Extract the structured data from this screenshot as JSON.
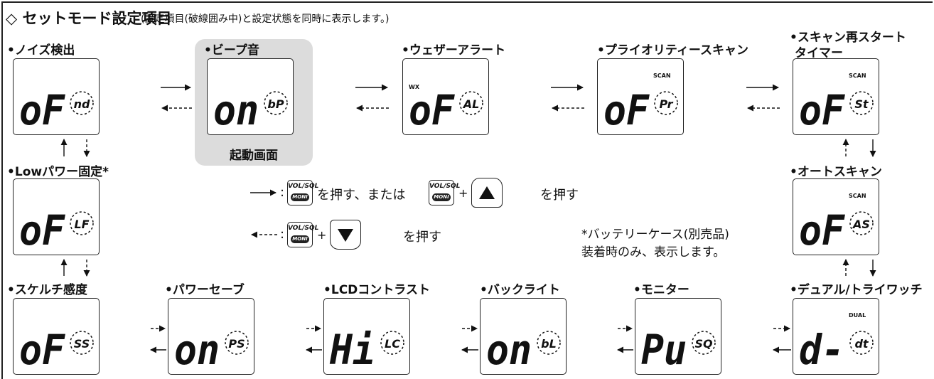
{
  "title": "◇ セットモード設定項目",
  "title_note": "(設定項目(破線囲み中)と設定状態を同時に表示します。)",
  "startup_label": "起動画面",
  "items": [
    {
      "label": "•ノイズ検出",
      "value": "oF",
      "code": "nd",
      "indicator": ""
    },
    {
      "label": "•ビープ音",
      "value": "on",
      "code": "bP",
      "indicator": ""
    },
    {
      "label": "•ウェザーアラート",
      "value": "oF",
      "code": "AL",
      "indicator": "WX"
    },
    {
      "label": "•プライオリティースキャン",
      "value": "oF",
      "code": "Pr",
      "indicator": "SCAN"
    },
    {
      "label": "•スキャン再スタート",
      "label2": "タイマー",
      "value": "oF",
      "code": "St",
      "indicator": "SCAN"
    },
    {
      "label": "•Lowパワー固定*",
      "value": "oF",
      "code": "LF",
      "indicator": ""
    },
    {
      "label": "•オートスキャン",
      "value": "oF",
      "code": "AS",
      "indicator": "SCAN"
    },
    {
      "label": "•スケルチ感度",
      "value": "oF",
      "code": "SS",
      "indicator": ""
    },
    {
      "label": "•パワーセーブ",
      "value": "on",
      "code": "PS",
      "indicator": ""
    },
    {
      "label": "•LCDコントラスト",
      "value": "Hi",
      "code": "LC",
      "indicator": ""
    },
    {
      "label": "•バックライト",
      "value": "on",
      "code": "bL",
      "indicator": ""
    },
    {
      "label": "•モニター",
      "value": "Pu",
      "code": "SQ",
      "indicator": ""
    },
    {
      "label": "•デュアル/トライワッチ",
      "value": "d-",
      "code": "dt",
      "indicator": "DUAL"
    }
  ],
  "legend": {
    "forward_prefix": "→:",
    "forward_text1": "を押す、または",
    "forward_text2": "を押す",
    "backward_prefix": "←--:",
    "backward_text": "を押す",
    "plus": "+",
    "key_top": "VOL/SQL",
    "key_bottom": "MONI"
  },
  "note": {
    "line1": "*バッテリーケース(別売品)",
    "line2": "装着時のみ、表示します。"
  }
}
